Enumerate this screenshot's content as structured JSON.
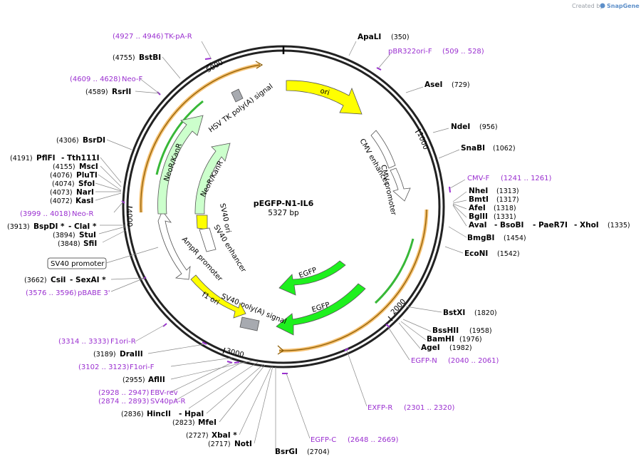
{
  "app": {
    "credit_prefix": "Created by",
    "credit_brand": "SnapGene"
  },
  "plasmid": {
    "name": "pEGFP-N1-IL6",
    "size": "5327 bp"
  },
  "scale_ticks": [
    "1000",
    "2000",
    "3000",
    "4000",
    "5000"
  ],
  "enzymes": [
    {
      "name": "ApaLI",
      "pos": "(350)"
    },
    {
      "name": "AseI",
      "pos": "(729)"
    },
    {
      "name": "NdeI",
      "pos": "(956)"
    },
    {
      "name": "SnaBI",
      "pos": "(1062)"
    },
    {
      "name": "NheI",
      "pos": "(1313)"
    },
    {
      "name": "BmtI",
      "pos": "(1317)"
    },
    {
      "name": "AfeI",
      "pos": "(1318)"
    },
    {
      "name": "BglII",
      "pos": "(1331)"
    },
    {
      "name": "AvaI",
      "name2": "- BsoBI",
      "name3": "- PaeR7I",
      "name4": "- XhoI",
      "pos": "(1335)"
    },
    {
      "name": "BmgBI",
      "pos": "(1454)"
    },
    {
      "name": "EcoNI",
      "pos": "(1542)"
    },
    {
      "name": "BstXI",
      "pos": "(1820)"
    },
    {
      "name": "BssHII",
      "pos": "(1958)"
    },
    {
      "name": "BamHI",
      "pos": "(1976)"
    },
    {
      "name": "AgeI",
      "pos": "(1982)"
    },
    {
      "name": "BsrGI",
      "pos": "(2704)"
    },
    {
      "name": "NotI",
      "pos": "(2717)"
    },
    {
      "name": "XbaI *",
      "pos": "(2727)"
    },
    {
      "name": "MfeI",
      "pos": "(2823)"
    },
    {
      "name": "HincII",
      "name2": "- HpaI",
      "pos": "(2836)"
    },
    {
      "name": "AflII",
      "pos": "(2955)"
    },
    {
      "name": "DraIII",
      "pos": "(3189)"
    },
    {
      "name": "CsiI",
      "name2": "- SexAI *",
      "pos": "(3662)"
    },
    {
      "name": "SfiI",
      "pos": "(3848)"
    },
    {
      "name": "StuI",
      "pos": "(3894)"
    },
    {
      "name": "BspDI *",
      "name2": "- ClaI *",
      "pos": "(3913)"
    },
    {
      "name": "KasI",
      "pos": "(4072)"
    },
    {
      "name": "NarI",
      "pos": "(4073)"
    },
    {
      "name": "SfoI",
      "pos": "(4074)"
    },
    {
      "name": "PluTI",
      "pos": "(4076)"
    },
    {
      "name": "MscI",
      "pos": "(4155)"
    },
    {
      "name": "PflFI",
      "name2": "- Tth111I",
      "pos": "(4191)"
    },
    {
      "name": "BsrDI",
      "pos": "(4306)"
    },
    {
      "name": "RsrII",
      "pos": "(4589)"
    },
    {
      "name": "BstBI",
      "pos": "(4755)"
    }
  ],
  "primers": [
    {
      "name": "pBR322ori-F",
      "range": "(509 .. 528)"
    },
    {
      "name": "CMV-F",
      "range": "(1241 .. 1261)"
    },
    {
      "name": "EGFP-N",
      "range": "(2040 .. 2061)"
    },
    {
      "name": "EXFP-R",
      "range": "(2301 .. 2320)"
    },
    {
      "name": "EGFP-C",
      "range": "(2648 .. 2669)"
    },
    {
      "name": "SV40pA-R",
      "range": "(2874 .. 2893)"
    },
    {
      "name": "EBV-rev",
      "range": "(2928 .. 2947)"
    },
    {
      "name": "F1ori-F",
      "range": "(3102 .. 3123)"
    },
    {
      "name": "F1ori-R",
      "range": "(3314 .. 3333)"
    },
    {
      "name": "pBABE 3'",
      "range": "(3576 .. 3596)"
    },
    {
      "name": "Neo-R",
      "range": "(3999 .. 4018)"
    },
    {
      "name": "Neo-F",
      "range": "(4609 .. 4628)"
    },
    {
      "name": "TK-pA-R",
      "range": "(4927 .. 4946)"
    }
  ],
  "features": {
    "ori": "ori",
    "cmv_enhancer": "CMV enhancer",
    "cmv_promoter": "CMV promoter",
    "egfp_inner": "EGFP",
    "egfp_outer": "EGFP",
    "sv40_polya": "SV40 poly(A) signal",
    "f1_ori": "f1 ori",
    "ampr_promoter": "AmpR promoter",
    "sv40_promoter_box": "SV40 promoter",
    "sv40_ori": "SV40 ori",
    "sv40_enhancer": "SV40 enhancer",
    "neo_inner": "NeoR/KanR",
    "neo_outer": "NeoR/KanR",
    "hsv_tk": "HSV TK poly(A) signal"
  },
  "colors": {
    "ori": "#ffff00",
    "egfp": "#1ef01e",
    "neo": "#ccffcc",
    "primer": "#9a2fd0",
    "orf": "#f5a623",
    "ring": "#222222"
  }
}
